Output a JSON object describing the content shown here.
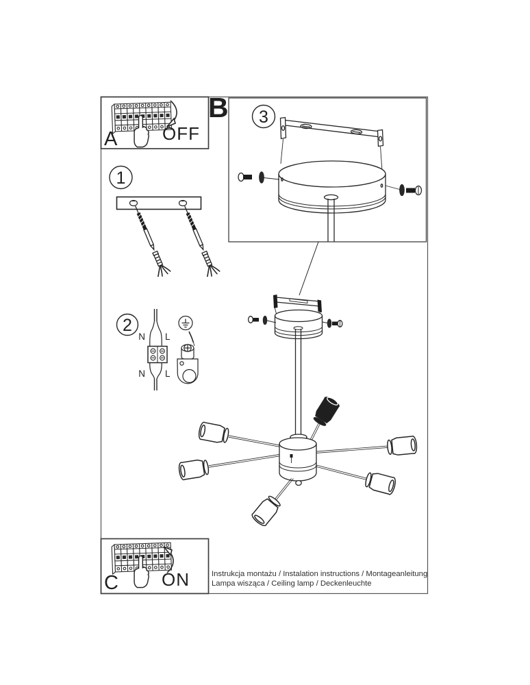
{
  "document": {
    "panel_a": {
      "label": "A",
      "action": "OFF"
    },
    "panel_c": {
      "label": "C",
      "action": "ON"
    },
    "section_b": {
      "label": "B",
      "step_number": "3"
    },
    "steps": {
      "one": "1",
      "two": "2"
    },
    "wiring": {
      "top_left": "N",
      "top_right": "L",
      "bottom_left": "N",
      "bottom_right": "L"
    },
    "footer": {
      "line1": "Instrukcja montażu / Instalation instructions / Montageanleitung",
      "line2": "Lampa wisząca / Ceiling lamp / Deckenleuchte"
    }
  },
  "icons": {
    "breaker_panel": "circuit-breaker-panel",
    "hand": "pointing-hand",
    "arrow_off": "curved-arrow-down",
    "arrow_on": "curved-arrow-up",
    "ground": "ground-earth-symbol"
  },
  "colors": {
    "ink": "#262626",
    "frame": "#4a4a4a",
    "paper": "#ffffff"
  }
}
